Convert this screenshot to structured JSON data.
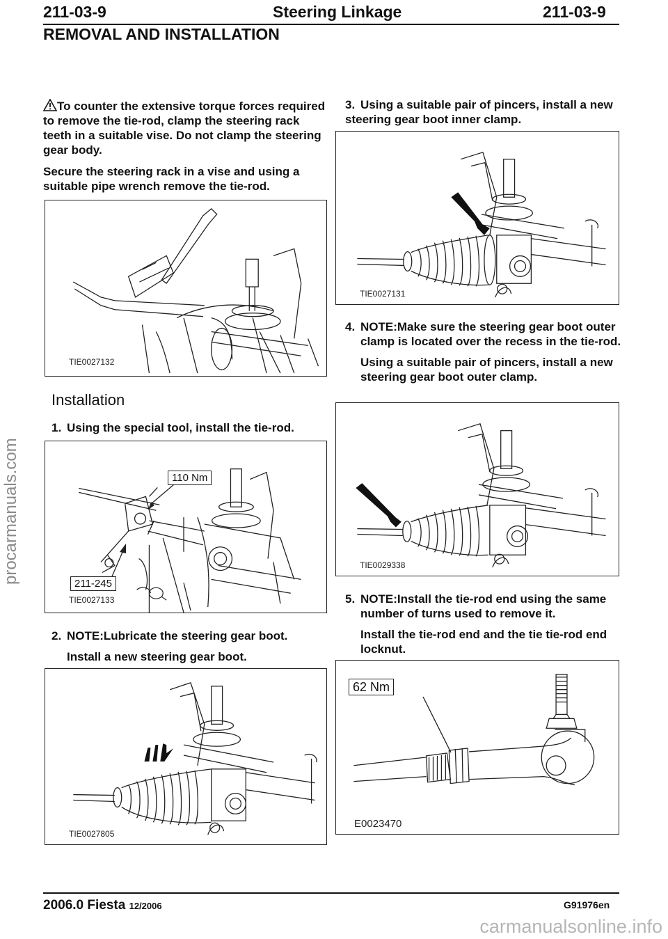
{
  "header": {
    "left_code": "211-03-9",
    "title": "Steering Linkage",
    "right_code": "211-03-9",
    "section": "REMOVAL AND INSTALLATION"
  },
  "left_column": {
    "caution": "To counter the extensive torque forces required to remove the tie-rod, clamp the steering rack teeth in a suitable vise. Do not clamp the steering gear body.",
    "instruction": "Secure the steering rack in a vise and using a suitable pipe wrench remove the tie-rod.",
    "figure1_id": "TIE0027132",
    "installation_heading": "Installation",
    "step1": {
      "num": "1.",
      "text": "Using the special tool, install the tie-rod."
    },
    "figure2": {
      "id": "TIE0027133",
      "torque": "110 Nm",
      "tool": "211-245"
    },
    "step2": {
      "num": "2.",
      "note": "NOTE:Lubricate the steering gear boot.",
      "text": "Install a new steering gear boot."
    },
    "figure3_id": "TIE0027805"
  },
  "right_column": {
    "step3": {
      "num": "3.",
      "text": "Using a suitable pair of pincers, install a new steering gear boot inner clamp."
    },
    "figure4_id": "TIE0027131",
    "step4": {
      "num": "4.",
      "note": "NOTE:Make sure the steering gear boot outer clamp is located over the recess in the tie-rod.",
      "text": "Using a suitable pair of pincers, install a new steering gear boot outer clamp."
    },
    "figure5_id": "TIE0029338",
    "step5": {
      "num": "5.",
      "note": "NOTE:Install the tie-rod end using the same number of turns used to remove it.",
      "text": "Install the tie-rod end and the tie tie-rod end locknut."
    },
    "figure6": {
      "id": "E0023470",
      "torque": "62 Nm"
    }
  },
  "footer": {
    "edition": "2006.0 Fiesta",
    "date": "12/2006",
    "doc_code": "G91976en"
  },
  "watermarks": {
    "side": "procarmanuals.com",
    "bottom": "carmanualsonline.info"
  }
}
